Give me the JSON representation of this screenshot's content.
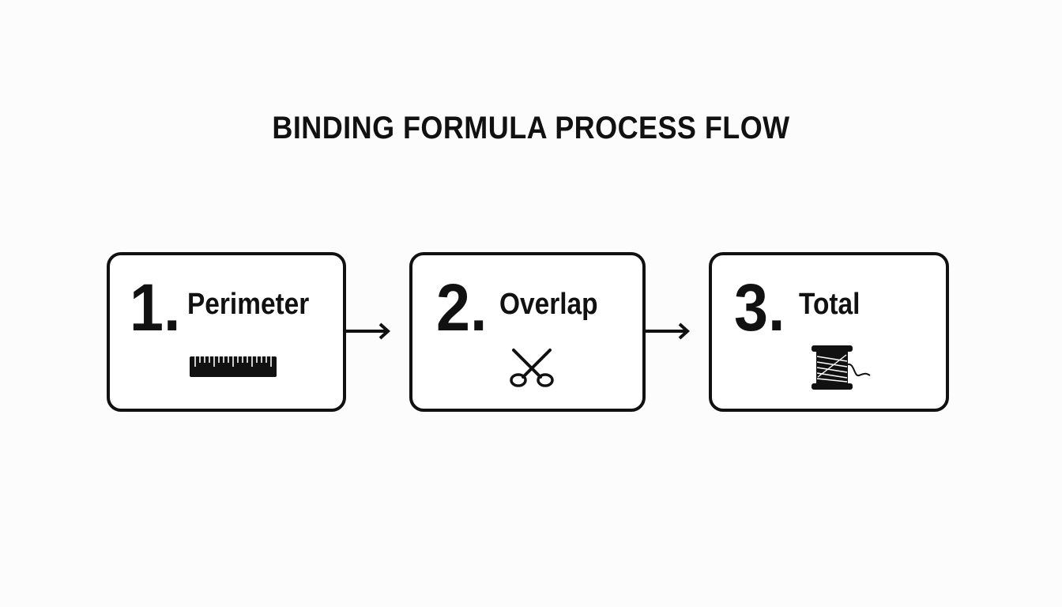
{
  "diagram": {
    "title": "BINDING FORMULA PROCESS FLOW",
    "steps": [
      {
        "number": "1.",
        "label": "Perimeter",
        "icon": "ruler-icon"
      },
      {
        "number": "2.",
        "label": "Overlap",
        "icon": "scissors-icon"
      },
      {
        "number": "3.",
        "label": "Total",
        "icon": "thread-spool-icon"
      }
    ]
  }
}
